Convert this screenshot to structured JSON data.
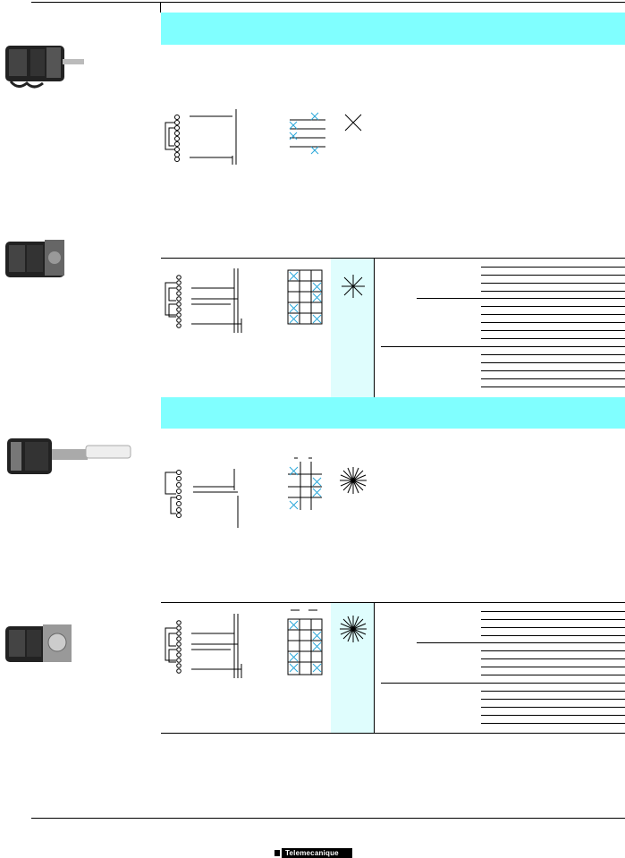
{
  "footer": {
    "brand": "Telemecanique"
  },
  "colors": {
    "band": "#80ffff",
    "shade": "#dffdfd",
    "cross": "#2aa7d9"
  },
  "icons": [
    "switch-photo",
    "wiring-diagram",
    "contact-matrix",
    "position-star"
  ]
}
